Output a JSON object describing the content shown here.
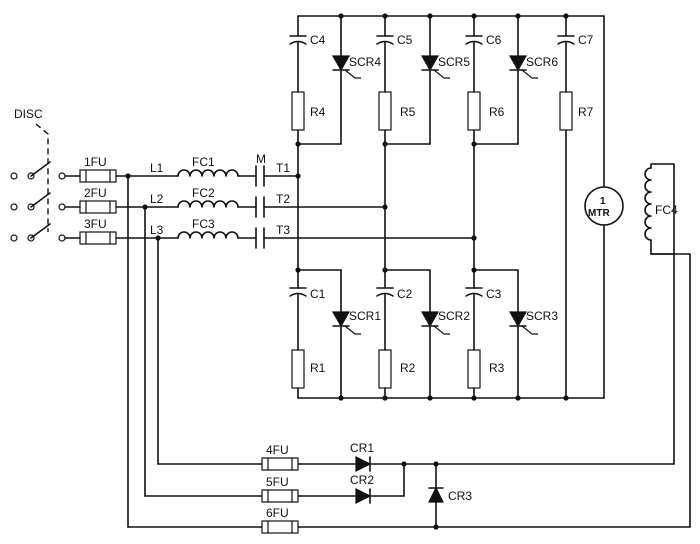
{
  "labels": {
    "disc": "DISC",
    "fu1": "1FU",
    "fu2": "2FU",
    "fu3": "3FU",
    "fu4": "4FU",
    "fu5": "5FU",
    "fu6": "6FU",
    "l1": "L1",
    "l2": "L2",
    "l3": "L3",
    "fc1": "FC1",
    "fc2": "FC2",
    "fc3": "FC3",
    "fc4": "FC4",
    "m": "M",
    "t1": "T1",
    "t2": "T2",
    "t3": "T3",
    "c1": "C1",
    "c2": "C2",
    "c3": "C3",
    "c4": "C4",
    "c5": "C5",
    "c6": "C6",
    "c7": "C7",
    "r1": "R1",
    "r2": "R2",
    "r3": "R3",
    "r4": "R4",
    "r5": "R5",
    "r6": "R6",
    "r7": "R7",
    "scr1": "SCR1",
    "scr2": "SCR2",
    "scr3": "SCR3",
    "scr4": "SCR4",
    "scr5": "SCR5",
    "scr6": "SCR6",
    "cr1": "CR1",
    "cr2": "CR2",
    "cr3": "CR3",
    "mtr_num": "1",
    "mtr_text": "MTR"
  }
}
